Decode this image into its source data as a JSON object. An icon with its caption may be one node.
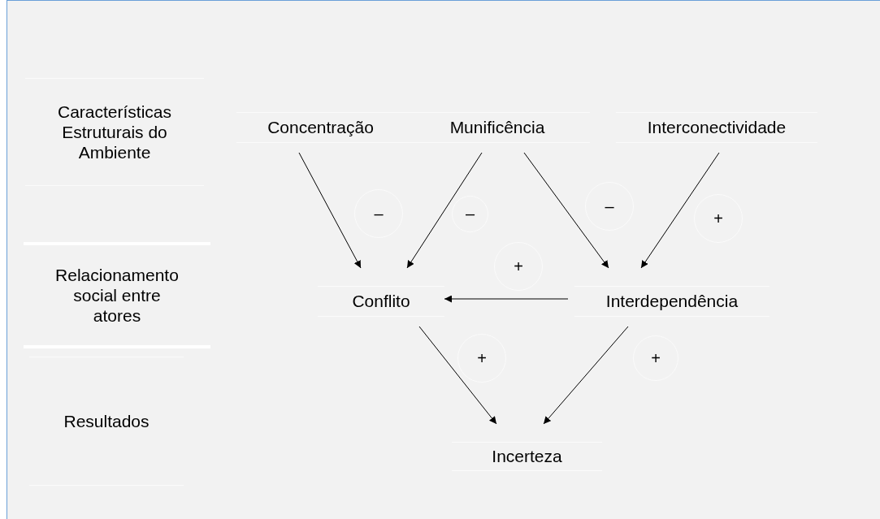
{
  "diagram": {
    "nodes": [
      {
        "text": [
          "Características Estruturais do Ambiente"
        ]
      },
      {
        "text": [
          "Relacionamento social entre atores"
        ]
      },
      {
        "text": [
          "Resultados"
        ]
      },
      {
        "text": [
          "Concentração"
        ]
      },
      {
        "text": [
          "Munificência"
        ]
      },
      {
        "text": [
          "Interconectividade"
        ]
      },
      {
        "text": [
          "Conflito"
        ]
      },
      {
        "text": [
          "Interdependência"
        ]
      },
      {
        "text": [
          "Incerteza"
        ]
      },
      {
        "text": [
          "–"
        ]
      },
      {
        "text": [
          "–"
        ]
      },
      {
        "text": [
          "–"
        ]
      },
      {
        "text": [
          "+"
        ]
      },
      {
        "text": [
          "+"
        ]
      },
      {
        "text": [
          "+"
        ]
      },
      {
        "text": [
          "+"
        ]
      }
    ],
    "edges": [
      {
        "from": 3,
        "to": 6,
        "arrow": "to"
      },
      {
        "from": 4,
        "to": 6,
        "arrow": "to"
      },
      {
        "from": 4,
        "to": 7,
        "arrow": "to"
      },
      {
        "from": 5,
        "to": 7,
        "arrow": "to"
      },
      {
        "from": 7,
        "to": 6,
        "arrow": "to"
      },
      {
        "from": 6,
        "to": 8,
        "arrow": "to"
      },
      {
        "from": 7,
        "to": 8,
        "arrow": "to"
      }
    ]
  }
}
